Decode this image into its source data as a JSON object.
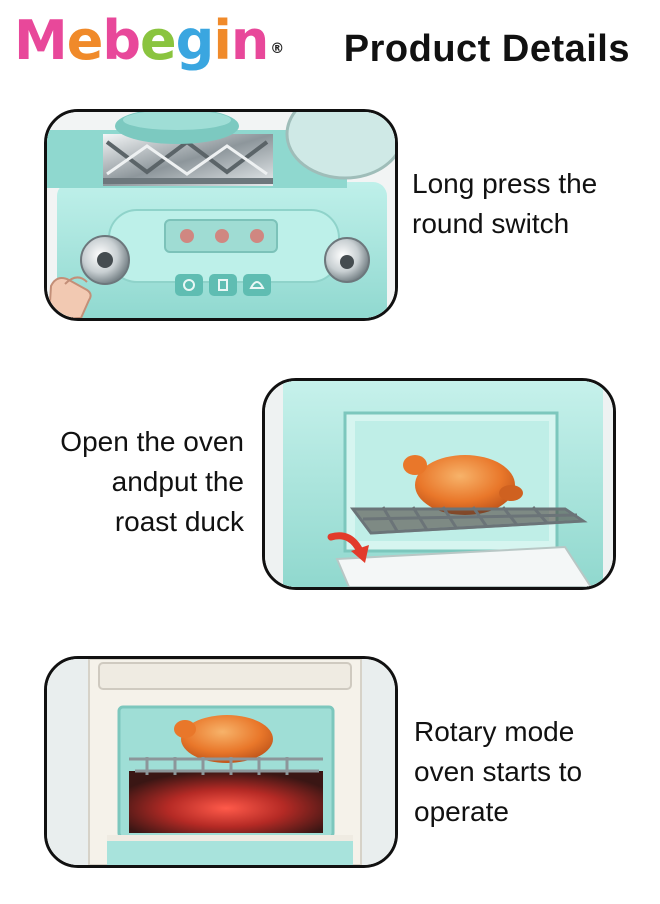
{
  "brand": {
    "letters": [
      "M",
      "e",
      "b",
      "e",
      "g",
      "i",
      "n"
    ],
    "colors": [
      "#e8489a",
      "#f08a2a",
      "#e8489a",
      "#8ac43f",
      "#3aa6e0",
      "#f08a2a",
      "#e8489a"
    ],
    "reg_mark": "®"
  },
  "header": {
    "title": "Product Details"
  },
  "sections": [
    {
      "caption_lines": [
        "Long press the",
        "round switch"
      ]
    },
    {
      "caption_lines": [
        "Open the oven",
        "andput the",
        "roast duck"
      ]
    },
    {
      "caption_lines": [
        "Rotary mode",
        "oven starts to",
        "operate"
      ]
    }
  ],
  "colors": {
    "toy_mint": "#a8e3dc",
    "toy_mint_dark": "#7ccfc6",
    "chrome": "#d8dde0",
    "duck_orange": "#e9772a",
    "heat_red": "#e0302a",
    "arrow_red": "#e23b2b",
    "border": "#111111"
  }
}
